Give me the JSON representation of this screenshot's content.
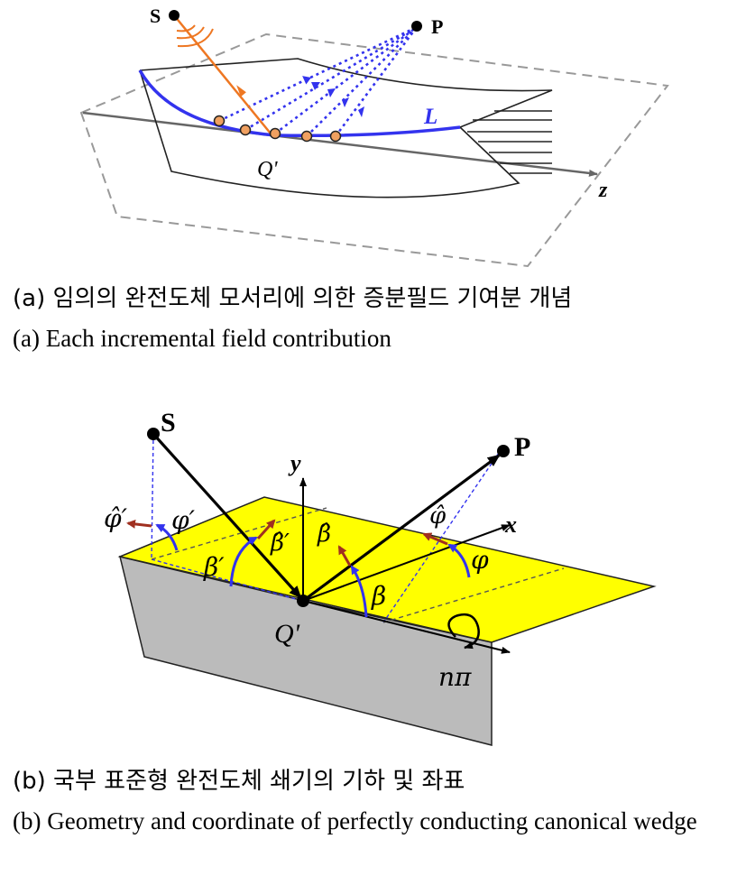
{
  "figure_a": {
    "labels": {
      "source": "S",
      "observer": "P",
      "curve": "L",
      "point": "Q'",
      "axis": "z"
    },
    "caption_ko": "(a) 임의의 완전도체 모서리에 의한 증분필드 기여분 개념",
    "caption_en": "(a) Each incremental field contribution"
  },
  "figure_b": {
    "labels": {
      "source": "S",
      "observer": "P",
      "point": "Q'",
      "y_axis": "y",
      "x_axis": "x",
      "phi_hat_prime": "φ̂′",
      "phi_prime": "φ′",
      "beta_hat_prime": "β̂′",
      "beta_prime": "β′",
      "beta_hat": "β̂",
      "beta": "β",
      "phi_hat": "φ̂",
      "phi": "φ",
      "n_pi": "nπ"
    },
    "caption_ko": "(b) 국부 표준형 완전도체 쇄기의 기하 및 좌표",
    "caption_en": "(b) Geometry and coordinate of perfectly conducting canonical wedge"
  },
  "colors": {
    "blue": "#3333ee",
    "orange": "#ee7722",
    "orange_dot": "#f0a060",
    "yellow": "#ffff00",
    "gray": "#bbbbbb",
    "brown": "#a03020",
    "dash_gray": "#999999"
  }
}
